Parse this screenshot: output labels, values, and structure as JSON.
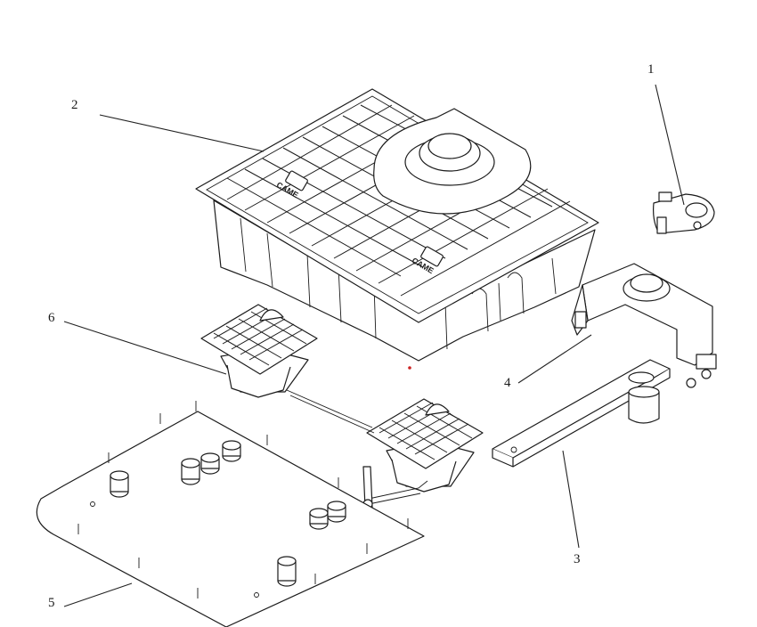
{
  "callouts": {
    "c1": "1",
    "c2": "2",
    "c3": "3",
    "c4": "4",
    "c5": "5",
    "c6": "6"
  },
  "logo": {
    "text": "CAME"
  },
  "colors": {
    "line": "#1c1c1c",
    "marker": "#cc2222"
  }
}
